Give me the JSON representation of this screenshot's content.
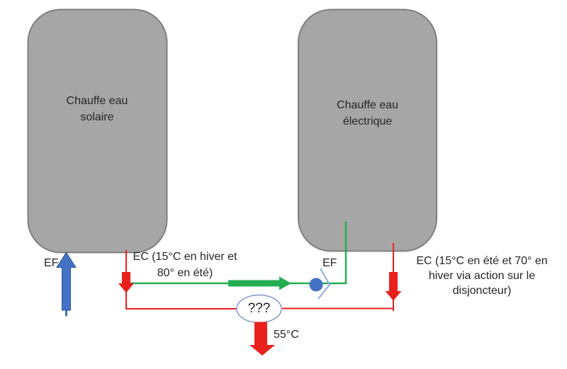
{
  "colors": {
    "tank_fill": "#a6a6a6",
    "tank_border": "#7f7f7f",
    "blue": "#4472c4",
    "blue_dark": "#2f528f",
    "light_blue": "#8faadc",
    "red": "#e8211d",
    "green": "#24ad52",
    "ellipse_stroke": "#8496c8",
    "white": "#ffffff",
    "text": "#262626"
  },
  "tanks": {
    "solar": {
      "line1": "Chauffe eau",
      "line2": "solaire"
    },
    "electric": {
      "line1": "Chauffe eau",
      "line2": "électrique"
    }
  },
  "labels": {
    "ef_left": "EF",
    "ef_right": "EF",
    "ec_left_line1": "EC (15°C en hiver et",
    "ec_left_line2": "80° en été)",
    "ec_right_line1": "EC (15°C en été et 70° en",
    "ec_right_line2": "hiver via action sur le",
    "ec_right_line3": "disjoncteur)",
    "mixer_unknown": "???",
    "output_temp": "55°C"
  }
}
